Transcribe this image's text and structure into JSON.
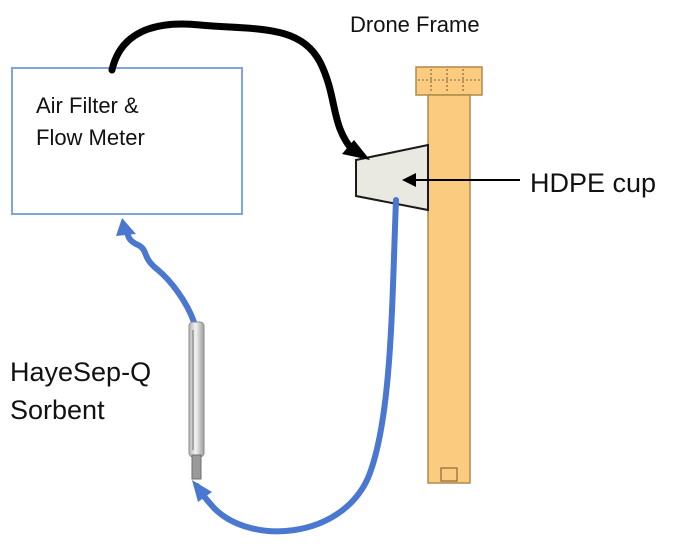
{
  "labels": {
    "drone_frame": "Drone Frame",
    "air_filter": "Air Filter &\nFlow Meter",
    "hdpe_cup": "HDPE cup",
    "sorbent": "HayeSep-Q\nSorbent"
  },
  "colors": {
    "frame_fill": "#fbcb7f",
    "frame_stroke": "#b08a4a",
    "filter_box_stroke": "#7ea6d8",
    "cup_fill": "#e9e9e1",
    "tubing_blue": "#4a78d0",
    "tubing_black": "#000000"
  }
}
